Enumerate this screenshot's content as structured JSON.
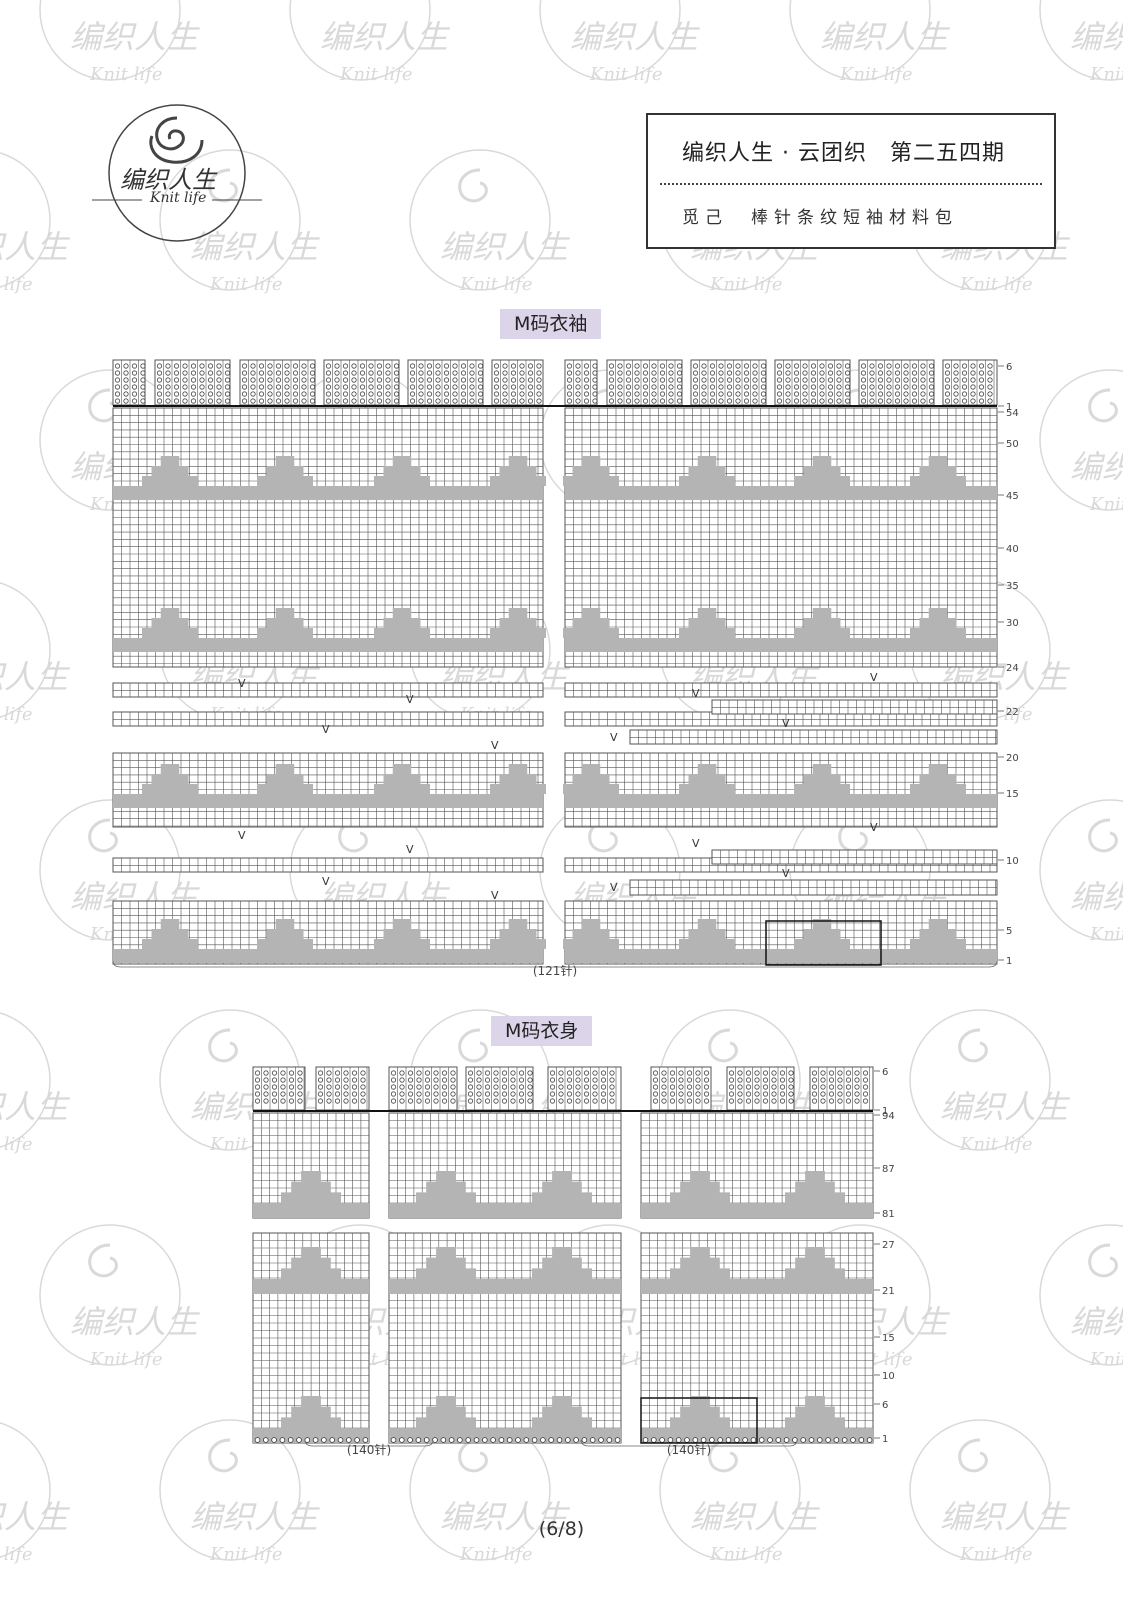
{
  "logo": {
    "text_cn": "编织人生",
    "text_en": "Knit life"
  },
  "header": {
    "title": "编织人生 · 云团织　第二五四期",
    "subtitle": "觅己　棒针条纹短袖材料包"
  },
  "watermark": {
    "text_cn": "编织人生",
    "text_en": "Knit life"
  },
  "sleeve_chart": {
    "label": "M码衣袖",
    "row_numbers": [
      "6",
      "1",
      "54",
      "50",
      "45",
      "40",
      "35",
      "30",
      "24",
      "22",
      "20",
      "15",
      "10",
      "5",
      "1"
    ],
    "stitch_count": "(121针)"
  },
  "body_chart": {
    "label": "M码衣身",
    "row_numbers": [
      "6",
      "1",
      "94",
      "87",
      "81",
      "27",
      "21",
      "15",
      "10",
      "6",
      "1"
    ],
    "stitch_count_left": "(140针)",
    "stitch_count_right": "(140针)"
  },
  "page_number": "(6/8)",
  "colors": {
    "grid_line": "#555555",
    "shaded_cell": "#b4b4b4",
    "label_bg": "#dcd5ea",
    "watermark": "#d9d9d9"
  }
}
